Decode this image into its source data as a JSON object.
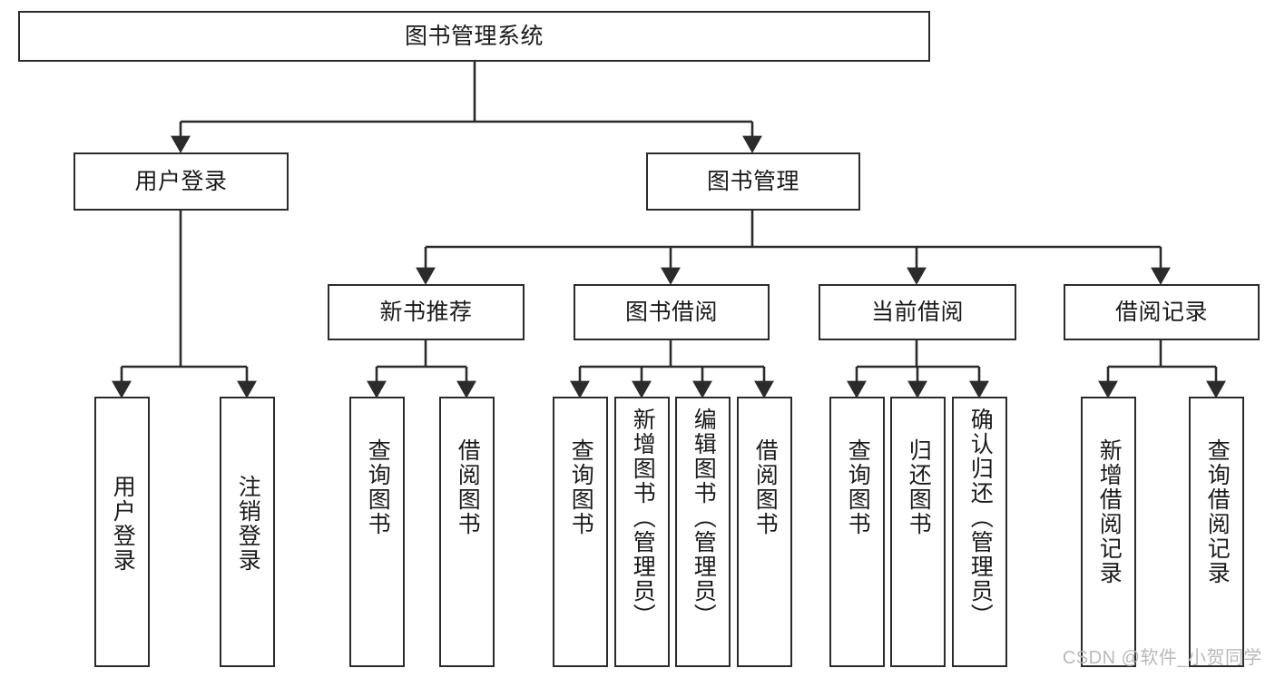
{
  "diagram": {
    "title": "图书管理系统",
    "type": "hierarchy-tree",
    "colors": {
      "stroke": "#2b2b2b",
      "fill": "#ffffff",
      "text": "#1a1a1a",
      "watermark": "#b9b9b9"
    },
    "root": {
      "id": "root",
      "label": "图书管理系统"
    },
    "level2": [
      {
        "id": "user-login",
        "label": "用户登录"
      },
      {
        "id": "book-manage",
        "label": "图书管理"
      }
    ],
    "level3": [
      {
        "id": "new-book-recommend",
        "label": "新书推荐"
      },
      {
        "id": "book-borrow",
        "label": "图书借阅"
      },
      {
        "id": "current-borrow",
        "label": "当前借阅"
      },
      {
        "id": "borrow-record",
        "label": "借阅记录"
      }
    ],
    "leaves": {
      "user-login": [
        {
          "id": "leaf-user-login",
          "label": "用户登录"
        },
        {
          "id": "leaf-user-logout",
          "label": "注销登录"
        }
      ],
      "new-book-recommend": [
        {
          "id": "leaf-query-book-1",
          "label": "查询图书"
        },
        {
          "id": "leaf-borrow-book-1",
          "label": "借阅图书"
        }
      ],
      "book-borrow": [
        {
          "id": "leaf-query-book-2",
          "label": "查询图书"
        },
        {
          "id": "leaf-add-book",
          "label": "新增图书（管理员）"
        },
        {
          "id": "leaf-edit-book",
          "label": "编辑图书（管理员）"
        },
        {
          "id": "leaf-borrow-book-2",
          "label": "借阅图书"
        }
      ],
      "current-borrow": [
        {
          "id": "leaf-query-book-3",
          "label": "查询图书"
        },
        {
          "id": "leaf-return-book",
          "label": "归还图书"
        },
        {
          "id": "leaf-confirm-return",
          "label": "确认归还（管理员）"
        }
      ],
      "borrow-record": [
        {
          "id": "leaf-add-record",
          "label": "新增借阅记录"
        },
        {
          "id": "leaf-query-record",
          "label": "查询借阅记录"
        }
      ]
    }
  },
  "watermark": {
    "text": "CSDN @软件_小贺同学"
  }
}
